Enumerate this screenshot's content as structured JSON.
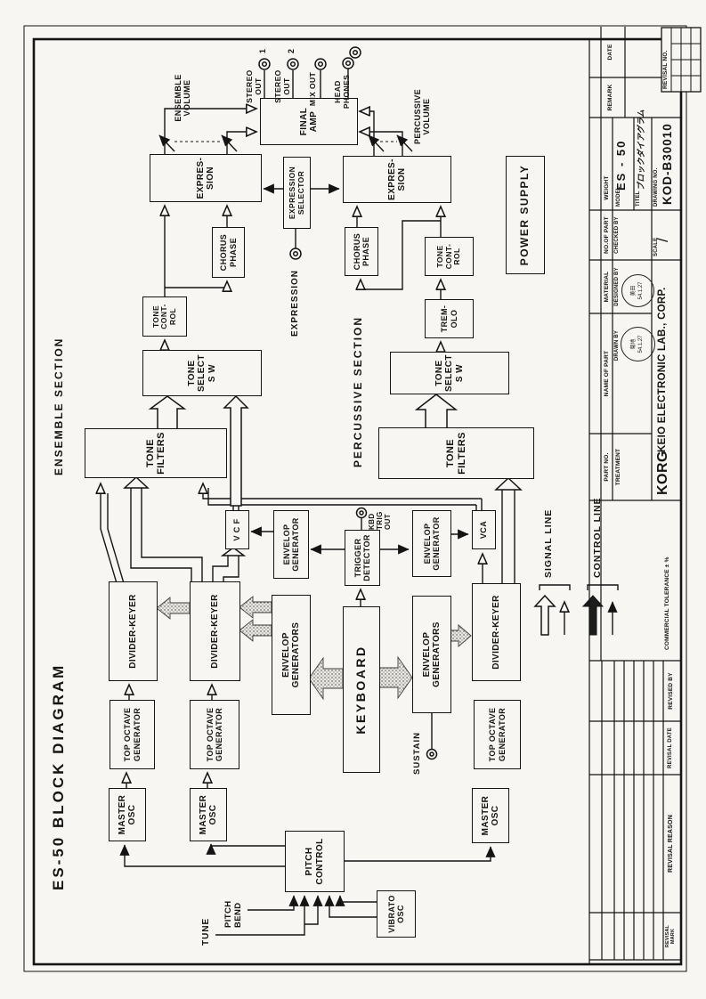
{
  "page": {
    "title": "ES-50 BLOCK DIAGRAM"
  },
  "sections": {
    "ensemble": "ENSEMBLE SECTION",
    "percussive": "PERCUSSIVE SECTION"
  },
  "blocks": {
    "master_osc_1": "MASTER\nOSC",
    "top_octave_1": "TOP OCTAVE\nGENERATOR",
    "divider_keyer_1": "DIVIDER-KEYER",
    "master_osc_2": "MASTER\nOSC",
    "top_octave_2": "TOP OCTAVE\nGENERATOR",
    "divider_keyer_2": "DIVIDER-KEYER",
    "tone_filters_ens": "TONE\nFILTERS",
    "tone_select_ens": "TONE\nSELECT\nS W",
    "tone_control_ens": "TONE\nCONT-\nROL",
    "chorus_phase_ens": "CHORUS\nPHASE",
    "expression_ens": "EXPRES-\nSION",
    "final_amp": "FINAL\nAMP",
    "expression_selector": "EXPRESSION\nSELECTOR",
    "expression_perc": "EXPRES-\nSION",
    "chorus_phase_perc": "CHORUS\nPHASE",
    "tone_control_perc": "TONE\nCONT-\nROL",
    "tremolo": "TREM-\nOLO",
    "tone_select_perc": "TONE\nSELECT\nS W",
    "tone_filters_perc": "TONE\nFILTERS",
    "power_supply": "POWER SUPPLY",
    "vcf": "V C F",
    "vca": "VCA",
    "envelop_generator_ens": "ENVELOP\nGENERATOR",
    "trigger_detector": "TRIGGER\nDETECTOR",
    "envelop_generator_perc": "ENVELOP\nGENERATOR",
    "envelop_generators_ens": "ENVELOP\nGENERATORS",
    "keyboard": "KEYBOARD",
    "envelop_generators_perc": "ENVELOP\nGENERATORS",
    "divider_keyer_perc": "DIVIDER-KEYER",
    "top_octave_perc": "TOP OCTAVE\nGENERATOR",
    "master_osc_perc": "MASTER\nOSC",
    "pitch_control": "PITCH\nCONTROL",
    "vibrato_osc": "VIBRATO\nOSC"
  },
  "io": {
    "stereo_out_1": "STEREO\nOUT",
    "stereo_out_1_num": "1",
    "stereo_out_2": "STEREO\nOUT",
    "stereo_out_2_num": "2",
    "mix_out": "MIX OUT",
    "headphones": "HEAD\nPHONES",
    "ensemble_volume": "ENSEMBLE\nVOLUME",
    "percussive_volume": "PERCUSSIVE\nVOLUME",
    "expression_jack": "EXPRESSION",
    "kbd_trig_out": "KBD\nTRIG\nOUT",
    "sustain": "SUSTAIN",
    "tune": "TUNE",
    "pitch_bend": "PITCH\nBEND"
  },
  "legend": {
    "signal": "SIGNAL LINE",
    "control": "CONTROL LINE"
  },
  "title_block": {
    "maker_logo": "KORG",
    "maker_name": "KEIO ELECTRONIC LAB., CORP.",
    "part_no_label": "PART NO.",
    "treatment_label": "TREATMENT",
    "name_of_part_label": "NAME OF PART",
    "material_label": "MATERIAL",
    "no_of_part_label": "NO.OF PART",
    "weight_label": "WEIGHT",
    "drawn_by_label": "DRAWN BY",
    "designed_by_label": "DESIGNED BY",
    "checked_by_label": "CHECKED BY",
    "model_label": "MODEL",
    "model_value": "ES - 50",
    "titel_label": "TITEL",
    "titel_value": "ブロックダイアグラム",
    "scale_label": "SCALE",
    "scale_value": "/",
    "drawing_no_label": "DRAWING NO.",
    "drawing_no": "KOD-B30010",
    "remark_label": "REMARK",
    "date_label": "DATE",
    "revisal_no_label": "REVISAL NO.",
    "stamp_date": "54.1.27",
    "stamp_name_drawn": "菊地",
    "stamp_name_designed": "美田",
    "tolerance_note": "COMMERCIAL TOLERANCE ±    %",
    "revisal_mark": "REVISAL\nMARK",
    "revisal_reason": "REVISAL REASON",
    "revisal_date": "REVISAL DATE",
    "revised_by": "REVISED BY"
  }
}
